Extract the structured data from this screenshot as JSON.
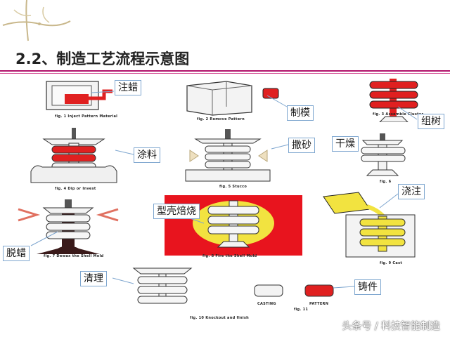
{
  "title": "2.2、制造工艺流程示意图",
  "figures": [
    {
      "caption": "fig. 1  Inject Pattern Material"
    },
    {
      "caption": "fig. 2  Remove Pattern"
    },
    {
      "caption": "fig. 3  Assemble Cluster"
    },
    {
      "caption": "fig. 4  Dip or Invest"
    },
    {
      "caption": "fig. 5  Stucco"
    },
    {
      "caption": "fig. 6"
    },
    {
      "caption": "fig. 7  Dewax the Shell Mold"
    },
    {
      "caption": "fig. 8  Fire the Shell Mold"
    },
    {
      "caption": "fig. 9  Cast"
    },
    {
      "caption": "fig. 10  Knockout and finish"
    },
    {
      "caption": "fig. 11"
    },
    {
      "caption": "CASTING"
    },
    {
      "caption": "PATTERN"
    }
  ],
  "callouts": {
    "inject": "注蜡",
    "make_mold": "制模",
    "assemble": "组树",
    "coat": "涂料",
    "sand": "撒砂",
    "dry": "干燥",
    "fire": "型壳焙烧",
    "pour": "浇注",
    "dewax": "脱蜡",
    "clean": "清理",
    "casting": "铸件"
  },
  "watermark": "头条号 / 科技智能制造",
  "colors": {
    "wax": "#e02020",
    "shell": "#f3f3f3",
    "fire_bg": "#e8141e",
    "metal": "#f2e340",
    "rule": "#b0126a"
  }
}
